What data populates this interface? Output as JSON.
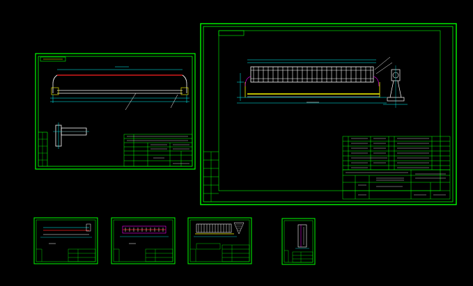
{
  "colors": {
    "background": "#000000",
    "frame": "#00ff00",
    "white": "#ffffff",
    "cyan": "#00ffff",
    "red": "#ff2020",
    "yellow": "#ffff00",
    "magenta": "#ff00ff"
  },
  "icons": [
    "sheet-frame",
    "title-block",
    "hatch-pattern"
  ],
  "sheets": [
    {
      "id": "sheet-a"
    },
    {
      "id": "sheet-b"
    },
    {
      "id": "sheet-c"
    },
    {
      "id": "sheet-d"
    },
    {
      "id": "sheet-e"
    },
    {
      "id": "sheet-f"
    }
  ]
}
